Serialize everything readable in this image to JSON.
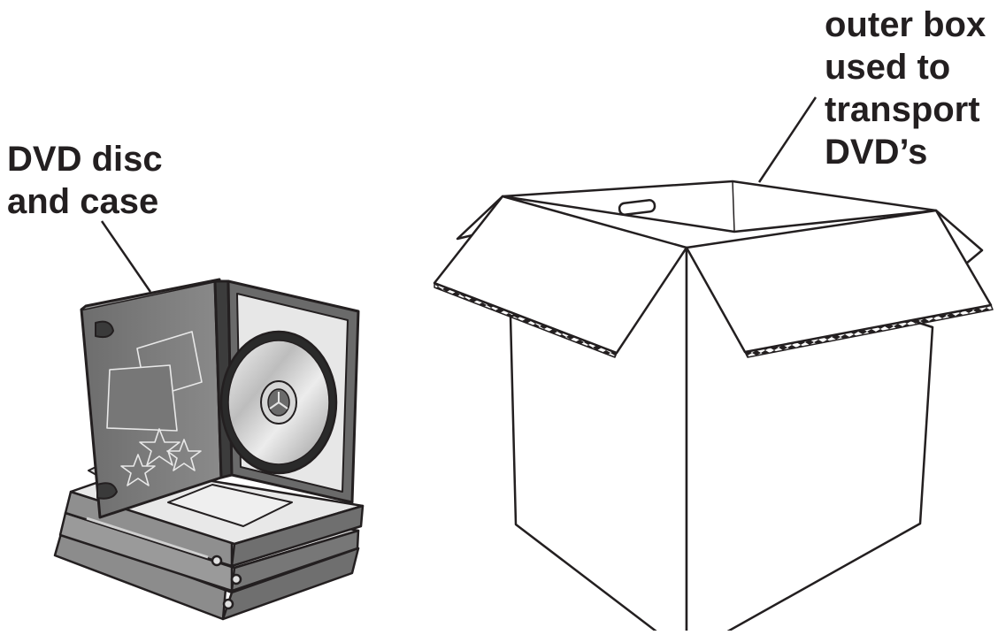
{
  "labels": {
    "dvd": [
      "DVD disc",
      "and case"
    ],
    "box": [
      "outer box",
      "used to",
      "transport",
      "DVD’s"
    ]
  }
}
